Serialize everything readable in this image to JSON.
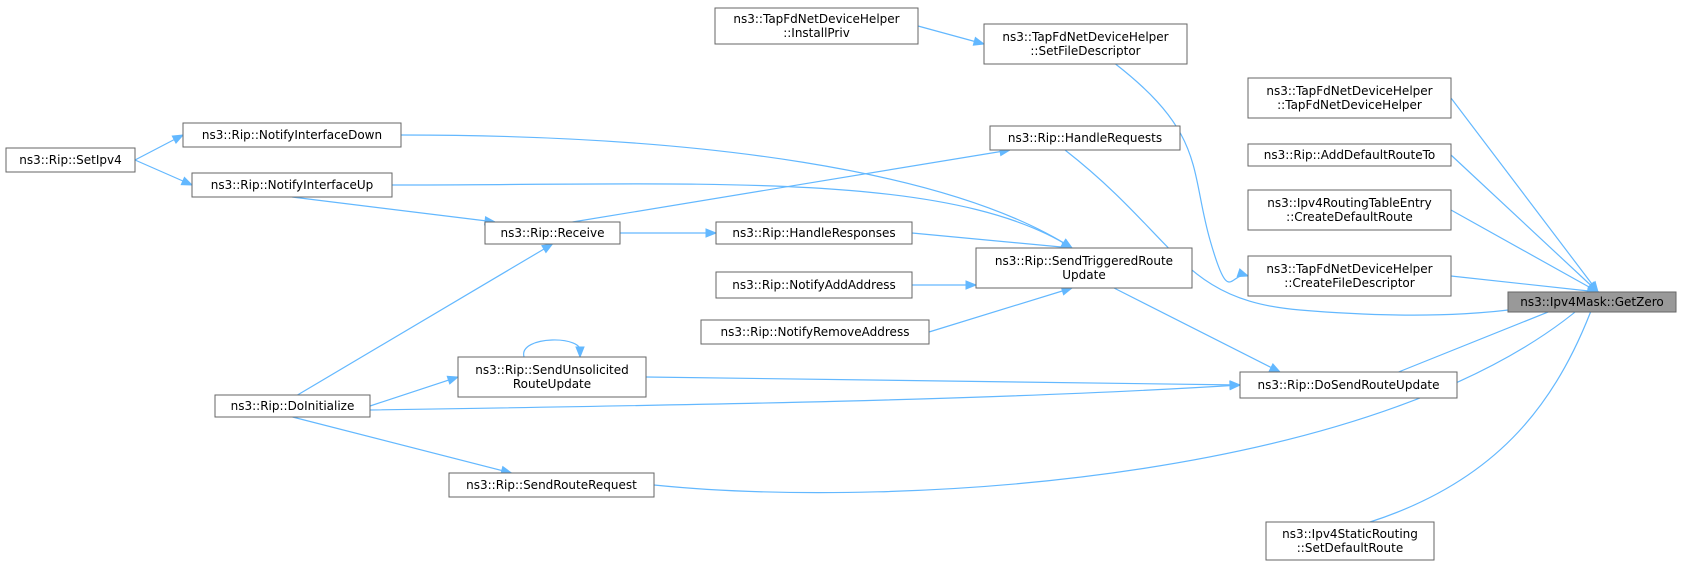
{
  "title": "",
  "nodes": [
    {
      "id": "GetZero",
      "lines": [
        "ns3::Ipv4Mask::GetZero"
      ],
      "root": true
    },
    {
      "id": "InstallPriv",
      "lines": [
        "ns3::TapFdNetDeviceHelper",
        "::InstallPriv"
      ]
    },
    {
      "id": "SetFileDescriptor",
      "lines": [
        "ns3::TapFdNetDeviceHelper",
        "::SetFileDescriptor"
      ]
    },
    {
      "id": "TapCtor",
      "lines": [
        "ns3::TapFdNetDeviceHelper",
        "::TapFdNetDeviceHelper"
      ]
    },
    {
      "id": "AddDefaultRouteTo",
      "lines": [
        "ns3::Rip::AddDefaultRouteTo"
      ]
    },
    {
      "id": "CreateDefaultRoute",
      "lines": [
        "ns3::Ipv4RoutingTableEntry",
        "::CreateDefaultRoute"
      ]
    },
    {
      "id": "CreateFileDescriptor",
      "lines": [
        "ns3::TapFdNetDeviceHelper",
        "::CreateFileDescriptor"
      ]
    },
    {
      "id": "DoSendRouteUpdate",
      "lines": [
        "ns3::Rip::DoSendRouteUpdate"
      ]
    },
    {
      "id": "SetDefaultRoute",
      "lines": [
        "ns3::Ipv4StaticRouting",
        "::SetDefaultRoute"
      ]
    },
    {
      "id": "HandleRequests",
      "lines": [
        "ns3::Rip::HandleRequests"
      ]
    },
    {
      "id": "SendTriggered",
      "lines": [
        "ns3::Rip::SendTriggeredRoute",
        "Update"
      ]
    },
    {
      "id": "HandleResponses",
      "lines": [
        "ns3::Rip::HandleResponses"
      ]
    },
    {
      "id": "NotifyAddAddress",
      "lines": [
        "ns3::Rip::NotifyAddAddress"
      ]
    },
    {
      "id": "NotifyRemoveAddress",
      "lines": [
        "ns3::Rip::NotifyRemoveAddress"
      ]
    },
    {
      "id": "NotifyInterfaceDown",
      "lines": [
        "ns3::Rip::NotifyInterfaceDown"
      ]
    },
    {
      "id": "NotifyInterfaceUp",
      "lines": [
        "ns3::Rip::NotifyInterfaceUp"
      ]
    },
    {
      "id": "Receive",
      "lines": [
        "ns3::Rip::Receive"
      ]
    },
    {
      "id": "SendUnsolicited",
      "lines": [
        "ns3::Rip::SendUnsolicited",
        "RouteUpdate"
      ]
    },
    {
      "id": "SendRouteRequest",
      "lines": [
        "ns3::Rip::SendRouteRequest"
      ]
    },
    {
      "id": "SetIpv4",
      "lines": [
        "ns3::Rip::SetIpv4"
      ]
    },
    {
      "id": "DoInitialize",
      "lines": [
        "ns3::Rip::DoInitialize"
      ]
    }
  ],
  "edges": [
    {
      "from": "TapCtor",
      "to": "GetZero"
    },
    {
      "from": "AddDefaultRouteTo",
      "to": "GetZero"
    },
    {
      "from": "CreateDefaultRoute",
      "to": "GetZero"
    },
    {
      "from": "CreateFileDescriptor",
      "to": "GetZero"
    },
    {
      "from": "HandleRequests",
      "to": "GetZero"
    },
    {
      "from": "DoSendRouteUpdate",
      "to": "GetZero"
    },
    {
      "from": "SendRouteRequest",
      "to": "GetZero"
    },
    {
      "from": "SetDefaultRoute",
      "to": "GetZero"
    },
    {
      "from": "InstallPriv",
      "to": "SetFileDescriptor"
    },
    {
      "from": "SetFileDescriptor",
      "to": "CreateFileDescriptor"
    },
    {
      "from": "SendTriggered",
      "to": "DoSendRouteUpdate"
    },
    {
      "from": "SendUnsolicited",
      "to": "DoSendRouteUpdate"
    },
    {
      "from": "DoInitialize",
      "to": "DoSendRouteUpdate"
    },
    {
      "from": "NotifyInterfaceDown",
      "to": "SendTriggered"
    },
    {
      "from": "NotifyInterfaceUp",
      "to": "SendTriggered"
    },
    {
      "from": "HandleResponses",
      "to": "SendTriggered"
    },
    {
      "from": "NotifyAddAddress",
      "to": "SendTriggered"
    },
    {
      "from": "NotifyRemoveAddress",
      "to": "SendTriggered"
    },
    {
      "from": "Receive",
      "to": "HandleRequests"
    },
    {
      "from": "Receive",
      "to": "HandleResponses"
    },
    {
      "from": "SetIpv4",
      "to": "NotifyInterfaceDown"
    },
    {
      "from": "SetIpv4",
      "to": "NotifyInterfaceUp"
    },
    {
      "from": "NotifyInterfaceUp",
      "to": "Receive"
    },
    {
      "from": "DoInitialize",
      "to": "Receive"
    },
    {
      "from": "DoInitialize",
      "to": "SendUnsolicited"
    },
    {
      "from": "SendUnsolicited",
      "to": "SendUnsolicited"
    },
    {
      "from": "DoInitialize",
      "to": "SendRouteRequest"
    }
  ],
  "colors": {
    "edge": "#63b8ff",
    "node_border": "#666666",
    "root_fill": "#999999"
  }
}
